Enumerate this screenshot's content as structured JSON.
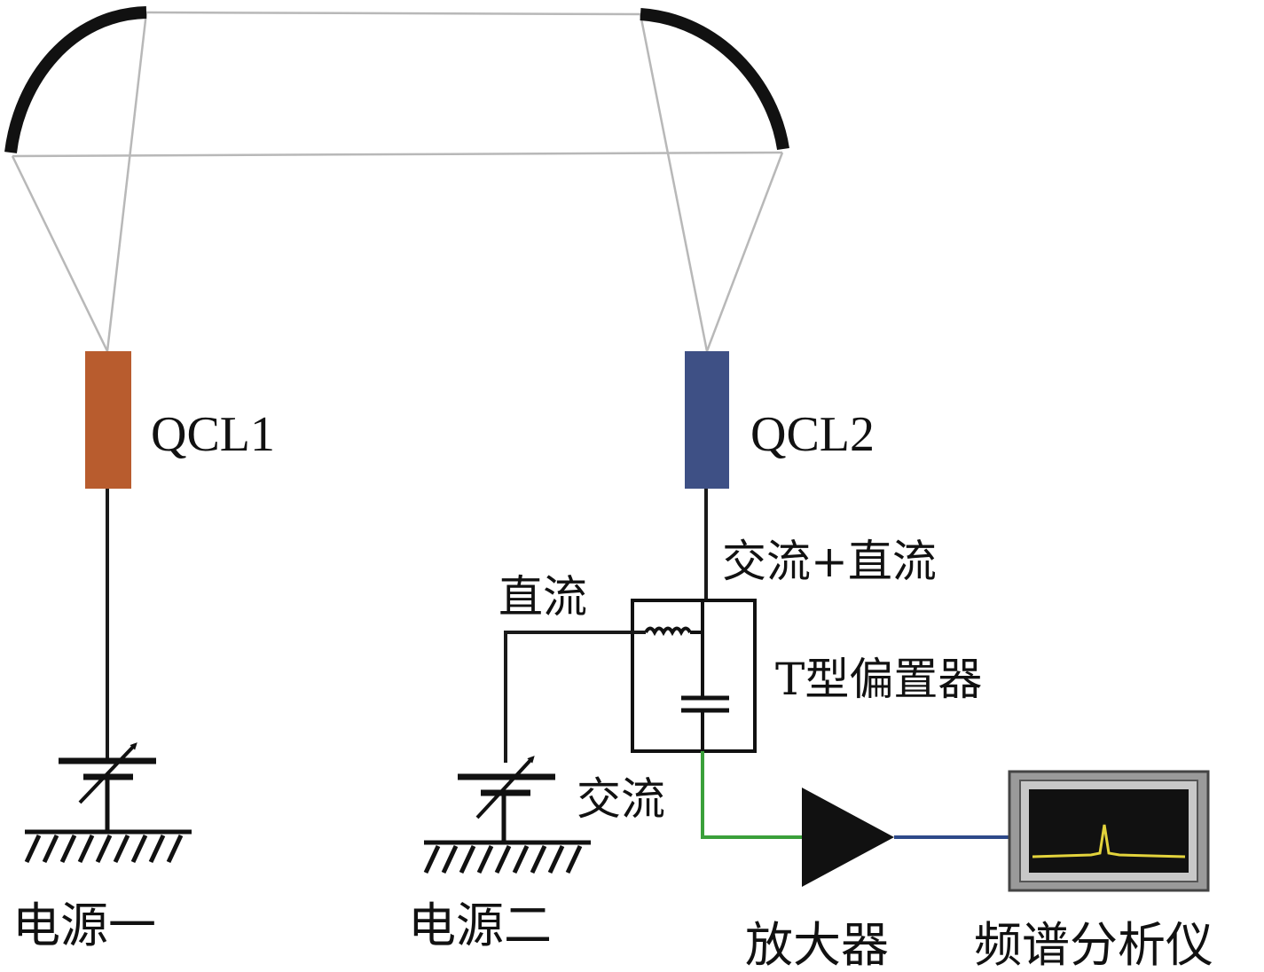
{
  "labels": {
    "qcl1": "QCL1",
    "qcl2": "QCL2",
    "ac_dc": "交流+直流",
    "dc": "直流",
    "bias_tee": "T型偏置器",
    "ac": "交流",
    "power1": "电源一",
    "power2": "电源二",
    "amplifier": "放大器",
    "spectrum_analyzer": "频谱分析仪"
  },
  "colors": {
    "qcl1": "#b85c2e",
    "qcl2": "#3e5085",
    "ac_signal_wire": "#3aa03a",
    "amp_output_wire": "#2e4a8a",
    "spectrum_trace": "#e3d33c",
    "analyzer_frame": "#9a9a9a",
    "analyzer_screen": "#111111"
  },
  "icons": {
    "mirrors": "parabolic-mirror-icon",
    "sources": "variable-dc-source-icon",
    "ground": "ground-hatch-icon",
    "amplifier": "triangle-amplifier-icon",
    "inductor": "inductor-coil-icon",
    "capacitor": "capacitor-icon"
  }
}
